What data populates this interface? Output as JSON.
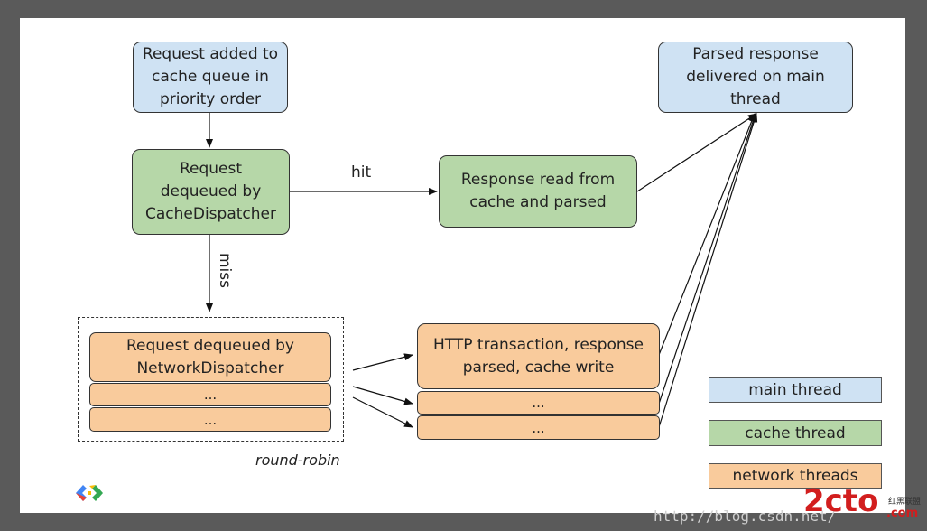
{
  "nodes": {
    "request_added": "Request added to cache queue in priority order",
    "cache_dequeue": "Request dequeued by CacheDispatcher",
    "response_read": "Response read from cache and parsed",
    "parsed_delivered": "Parsed response delivered on main thread",
    "network_dequeue": "Request dequeued by NetworkDispatcher",
    "network_ellipsis_1": "...",
    "network_ellipsis_2": "...",
    "http_transaction": "HTTP transaction, response parsed, cache write",
    "http_ellipsis_1": "...",
    "http_ellipsis_2": "..."
  },
  "edge_labels": {
    "hit": "hit",
    "miss": "miss",
    "round_robin": "round-robin"
  },
  "legend": [
    {
      "label": "main thread",
      "color": "#cfe2f3"
    },
    {
      "label": "cache thread",
      "color": "#b6d7a8"
    },
    {
      "label": "network threads",
      "color": "#f9cb9c"
    }
  ],
  "colors": {
    "main": "#cfe2f3",
    "cache": "#b6d7a8",
    "network": "#f9cb9c",
    "background": "#5a5a5a"
  },
  "watermark": {
    "url": "http://blog.csdn.net/",
    "brand": "2cto",
    "brand_suffix": ".com",
    "brand_cn": "红黑联盟"
  }
}
